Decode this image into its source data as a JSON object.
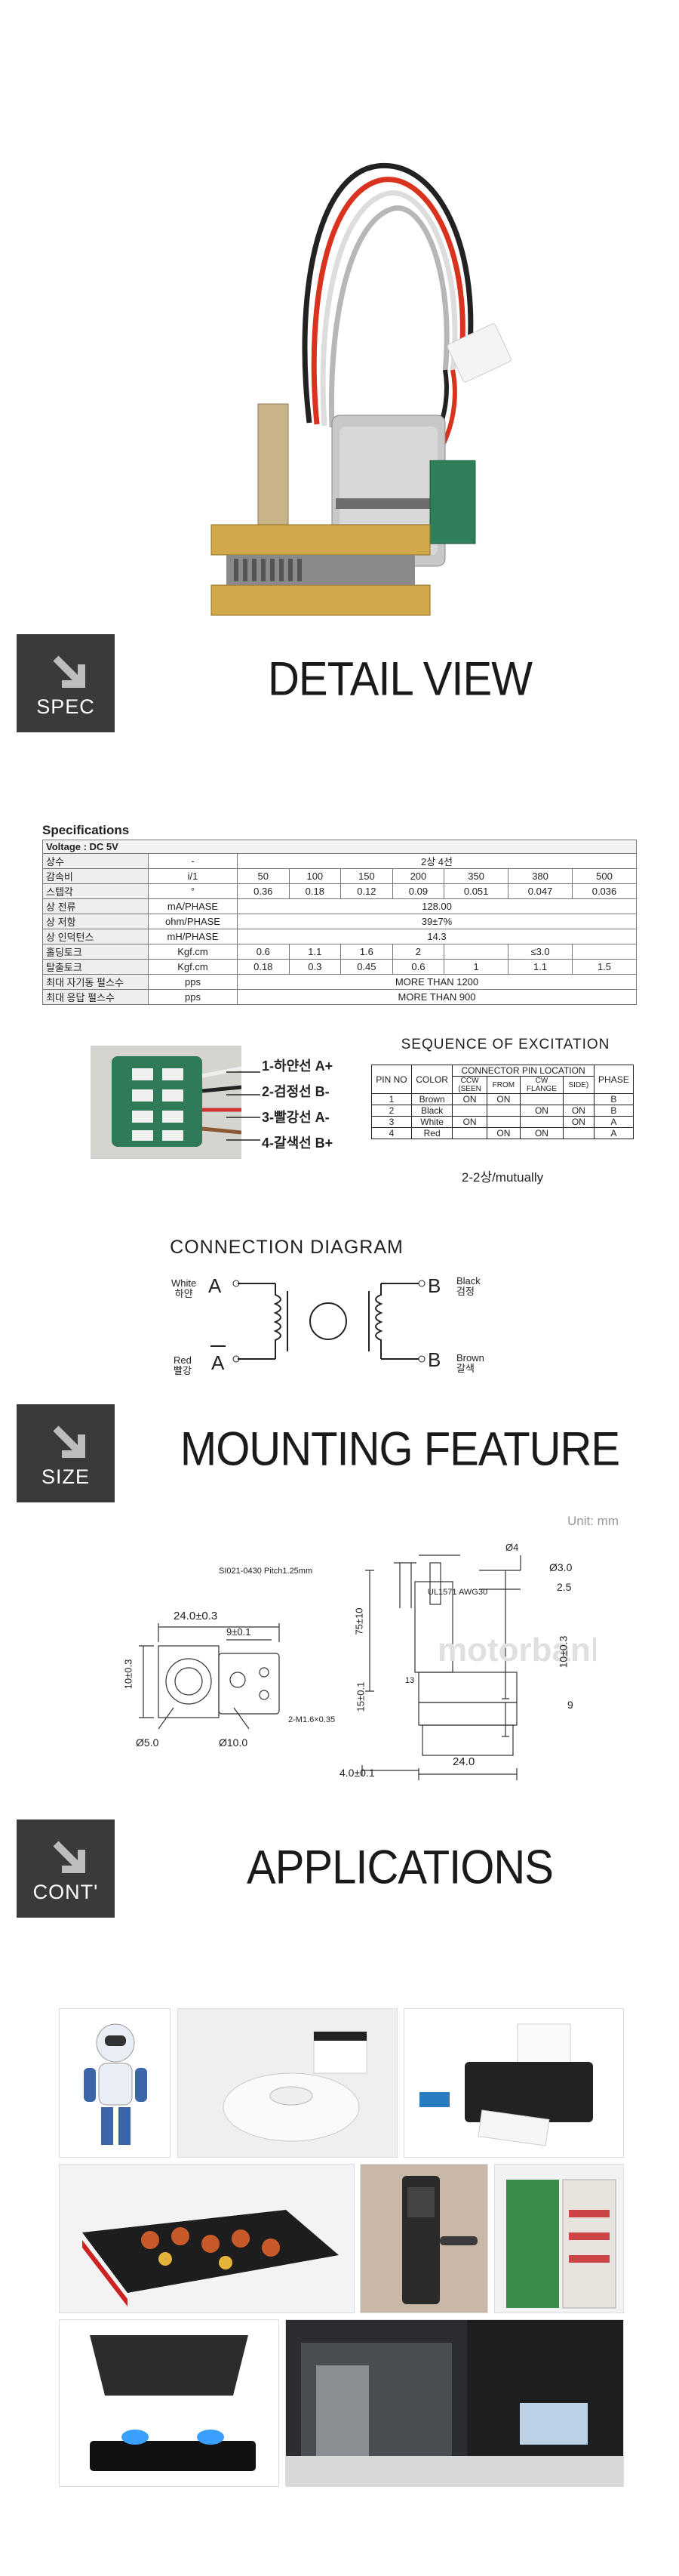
{
  "sections": {
    "spec": {
      "badge": "SPEC",
      "title": "DETAIL VIEW"
    },
    "size": {
      "badge": "SIZE",
      "title": "MOUNTING FEATURE"
    },
    "cont": {
      "badge": "CONT'",
      "title": "APPLICATIONS"
    }
  },
  "spec_table": {
    "caption": "Specifications",
    "voltage": "Voltage : DC 5V",
    "rows": [
      {
        "name": "상수",
        "unit": "-",
        "span": "2상 4선"
      },
      {
        "name": "감속비",
        "unit": "i/1",
        "values": [
          "50",
          "100",
          "150",
          "200",
          "350",
          "380",
          "500"
        ]
      },
      {
        "name": "스텝각",
        "unit": "°",
        "values": [
          "0.36",
          "0.18",
          "0.12",
          "0.09",
          "0.051",
          "0.047",
          "0.036"
        ]
      },
      {
        "name": "상 전류",
        "unit": "mA/PHASE",
        "span": "128.00"
      },
      {
        "name": "상 저항",
        "unit": "ohm/PHASE",
        "span": "39±7%"
      },
      {
        "name": "상 인덕턴스",
        "unit": "mH/PHASE",
        "span": "14.3"
      },
      {
        "name": "홀딩토크",
        "unit": "Kgf.cm",
        "values": [
          "0.6",
          "1.1",
          "1.6",
          "2",
          "",
          "≤3.0",
          ""
        ]
      },
      {
        "name": "탈출토크",
        "unit": "Kgf.cm",
        "values": [
          "0.18",
          "0.3",
          "0.45",
          "0.6",
          "1",
          "1.1",
          "1.5"
        ]
      },
      {
        "name": "최대 자기동 펄스수",
        "unit": "pps",
        "span": "MORE THAN 1200"
      },
      {
        "name": "최대 응답 펄스수",
        "unit": "pps",
        "span": "MORE THAN 900"
      }
    ]
  },
  "wires": {
    "items": [
      "1-하얀선 A+",
      "2-검정선 B-",
      "3-빨강선 A-",
      "4-갈색선 B+"
    ]
  },
  "sequence": {
    "title": "SEQUENCE  OF  EXCITATION",
    "header_main": "CONNECTOR  PIN  LOCATION",
    "col_pin": "PIN  NO",
    "col_color": "COLOR",
    "col_ccw": "CCW",
    "col_cw": "CW",
    "col_seen": "(SEEN",
    "col_from": "FROM",
    "col_flange": "FLANGE",
    "col_side": "SIDE)",
    "col_phase": "PHASE",
    "rows": [
      {
        "pin": "1",
        "color": "Brown",
        "c1": "ON",
        "c2": "ON",
        "c3": "",
        "c4": "",
        "phase": "B"
      },
      {
        "pin": "2",
        "color": "Black",
        "c1": "",
        "c2": "",
        "c3": "ON",
        "c4": "ON",
        "phase": "B"
      },
      {
        "pin": "3",
        "color": "White",
        "c1": "ON",
        "c2": "",
        "c3": "",
        "c4": "ON",
        "phase": "A"
      },
      {
        "pin": "4",
        "color": "Red",
        "c1": "",
        "c2": "ON",
        "c3": "ON",
        "c4": "",
        "phase": "A"
      }
    ],
    "caption": "2-2상/mutually"
  },
  "connection": {
    "title": "CONNECTION   DIAGRAM",
    "white_en": "White",
    "white_ko": "하얀",
    "red_en": "Red",
    "red_ko": "빨강",
    "black_en": "Black",
    "black_ko": "검정",
    "brown_en": "Brown",
    "brown_ko": "갈색",
    "a": "A",
    "b": "B"
  },
  "mounting": {
    "unit_label": "Unit: mm",
    "d_cable": "SI021-0430  Pitch1.25mm",
    "d_ul": "UL1571  AWG30",
    "d_24_top": "24.0±0.3",
    "d_9": "9±0.1",
    "d_10_v": "10±0.3",
    "d_5": "Ø5.0",
    "d_10": "Ø10.0",
    "d_m16": "2-M1.6×0.35",
    "d_75": "75±10",
    "d_15": "15±0.1",
    "d_13": "13",
    "d_4top": "Ø4",
    "d_3": "Ø3.0",
    "d_25": "2.5",
    "d_10r": "10±0.3",
    "d_9r": "9",
    "d_24_bot": "24.0",
    "d_4": "4.0±0.1",
    "watermark": "motorbank"
  },
  "applications": {
    "tiles": [
      "robot",
      "robot-vacuum",
      "printer",
      "grill",
      "door-lock",
      "vending-machine",
      "range-hood",
      "kitchen"
    ]
  }
}
